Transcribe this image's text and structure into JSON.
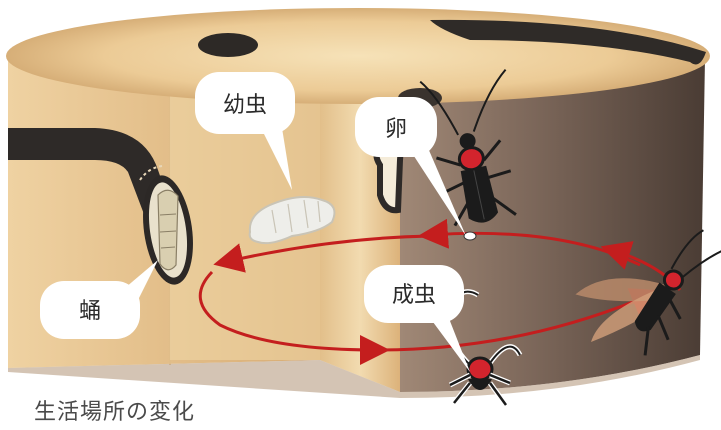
{
  "labels": {
    "larva": "幼虫",
    "egg": "卵",
    "pupa": "蛹",
    "adult": "成虫"
  },
  "caption": "生活場所の変化",
  "colors": {
    "log_top": "#e9c99a",
    "log_inner": "#f3deb4",
    "bark_dark": "#3a3531",
    "bark_side": "#7a655a",
    "cycle_arrow": "#c41e1e",
    "beetle_body": "#1b1b1b",
    "beetle_thorax": "#d3242d"
  },
  "icons": [
    "egg-icon",
    "larva-icon",
    "pupa-icon",
    "adult-beetle-icon",
    "flying-beetle-icon",
    "emerging-beetle-icon"
  ]
}
